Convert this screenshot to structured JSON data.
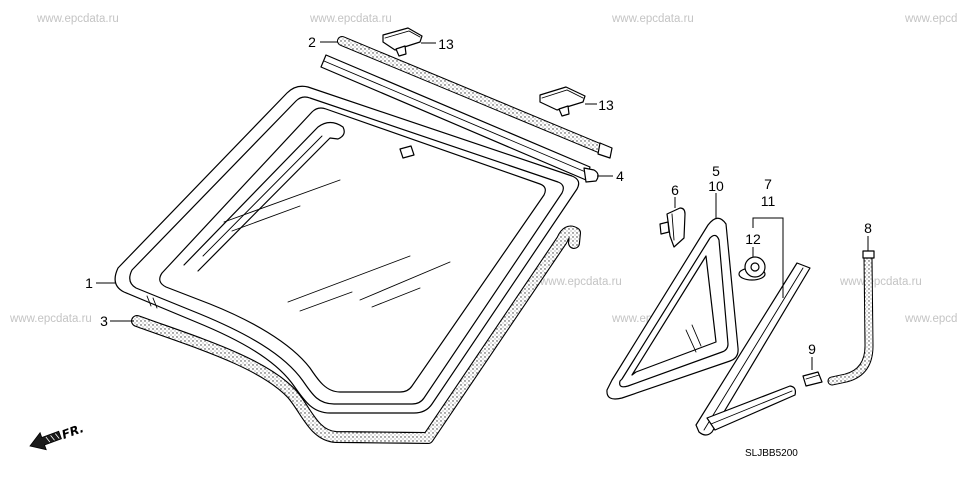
{
  "watermark": "www.epcdata.ru",
  "watermark_partial": "www.epcd",
  "callouts": {
    "callout_1": "1",
    "callout_2": "2",
    "callout_3": "3",
    "callout_4": "4",
    "callout_5": "5",
    "callout_10": "10",
    "callout_6": "6",
    "callout_7": "7",
    "callout_11": "11",
    "callout_12": "12",
    "callout_8": "8",
    "callout_9": "9",
    "callout_13_upper": "13",
    "callout_13_lower": "13"
  },
  "front_arrow": {
    "label": "FR.",
    "icon": "front-direction-arrow-icon"
  },
  "diagram_code": "SLJBB5200",
  "colors": {
    "background": "#ffffff",
    "line": "#000000",
    "watermark": "#c4c4c4"
  }
}
